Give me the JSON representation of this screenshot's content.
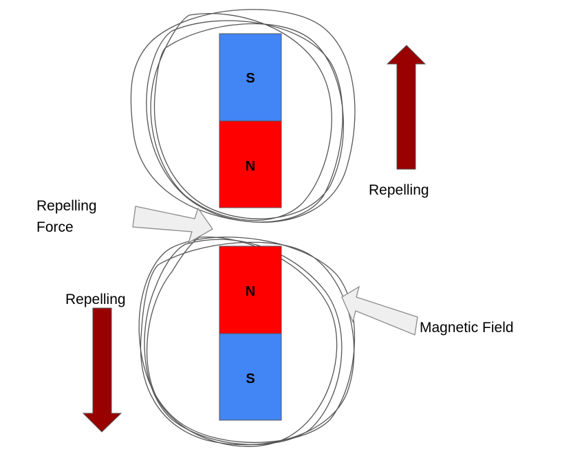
{
  "colors": {
    "south_pole": "#4285f4",
    "north_pole": "#ff0000",
    "force_arrow": "#990000",
    "pointer_fill": "#efefef",
    "field_line": "#555555"
  },
  "top_magnet": {
    "upper_pole": "S",
    "lower_pole": "N"
  },
  "bottom_magnet": {
    "upper_pole": "N",
    "lower_pole": "S"
  },
  "labels": {
    "repelling_top_right": "Repelling",
    "repelling_force_line1": "Repelling",
    "repelling_force_line2": "Force",
    "repelling_bottom_left": "Repelling",
    "magnetic_field": "Magnetic Field"
  },
  "arrows": {
    "top_right": "up",
    "bottom_left": "down"
  }
}
